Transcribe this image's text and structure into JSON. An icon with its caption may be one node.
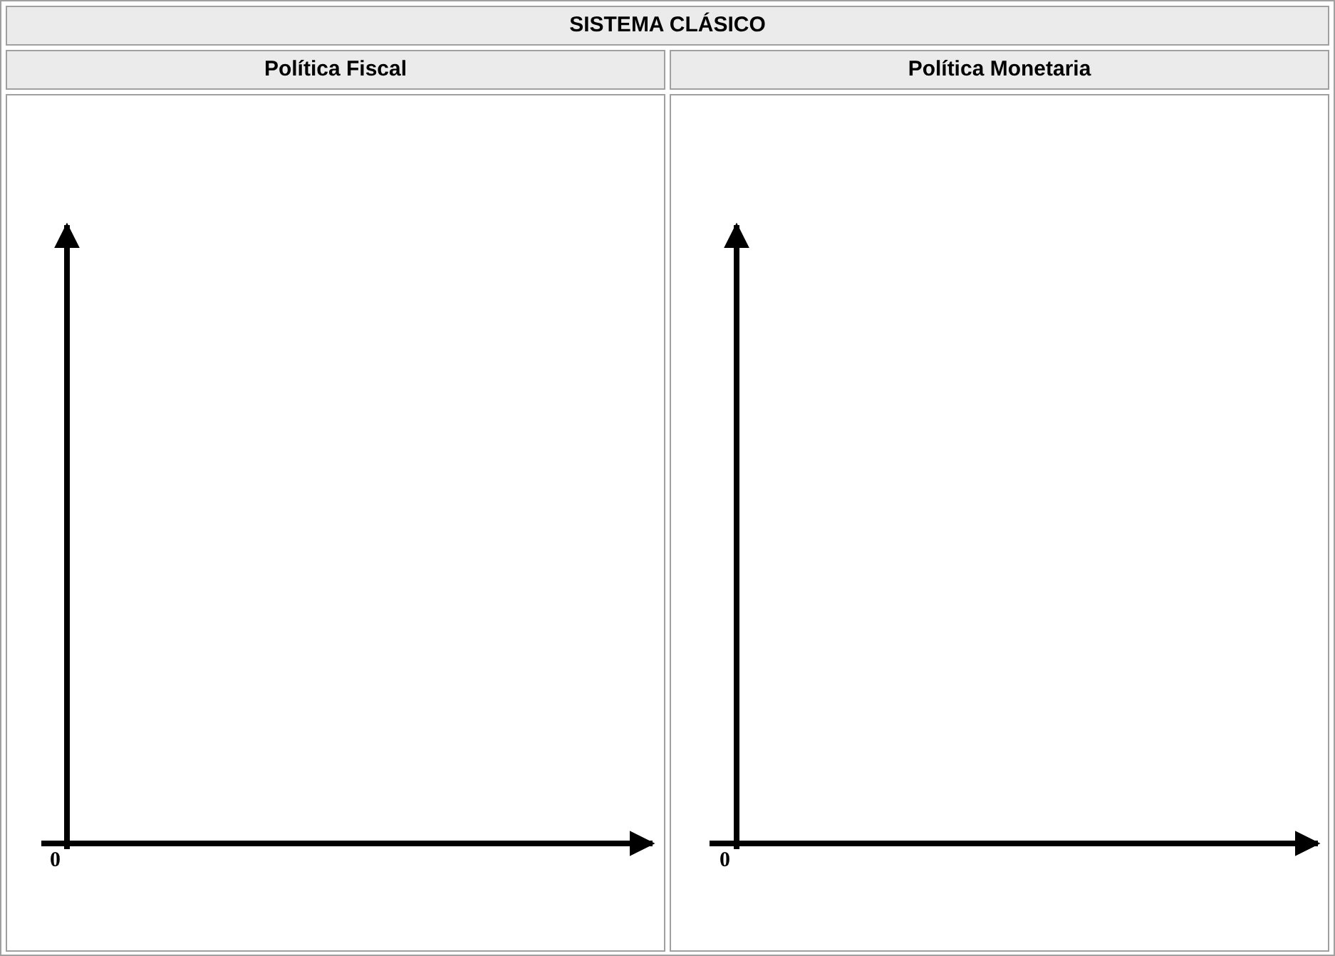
{
  "diagram": {
    "title": "SISTEMA CLÁSICO",
    "labels": [
      "Política Fiscal",
      "Política Monetaria",
      "0",
      "0"
    ]
  }
}
